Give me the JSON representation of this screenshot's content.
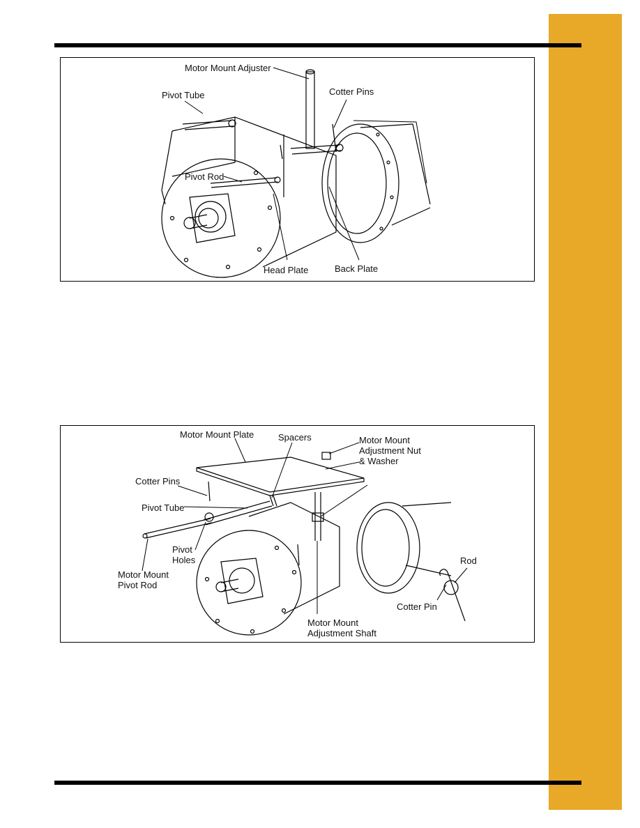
{
  "page": {
    "accent_color": "#e8a828",
    "rule_color": "#000000"
  },
  "figure1": {
    "labels": {
      "motor_mount_adjuster": "Motor Mount Adjuster",
      "pivot_tube": "Pivot Tube",
      "cotter_pins": "Cotter Pins",
      "pivot_rod": "Pivot Rod",
      "head_plate": "Head Plate",
      "back_plate": "Back Plate"
    }
  },
  "figure2": {
    "labels": {
      "motor_mount_plate": "Motor Mount Plate",
      "spacers": "Spacers",
      "adjustment_nut_washer": "Motor Mount\nAdjustment Nut\n& Washer",
      "cotter_pins": "Cotter Pins",
      "pivot_tube": "Pivot Tube",
      "pivot_holes": "Pivot\nHoles",
      "motor_mount_pivot_rod": "Motor Mount\nPivot Rod",
      "rod": "Rod",
      "cotter_pin": "Cotter Pin",
      "adjustment_shaft": "Motor Mount\nAdjustment Shaft"
    }
  }
}
